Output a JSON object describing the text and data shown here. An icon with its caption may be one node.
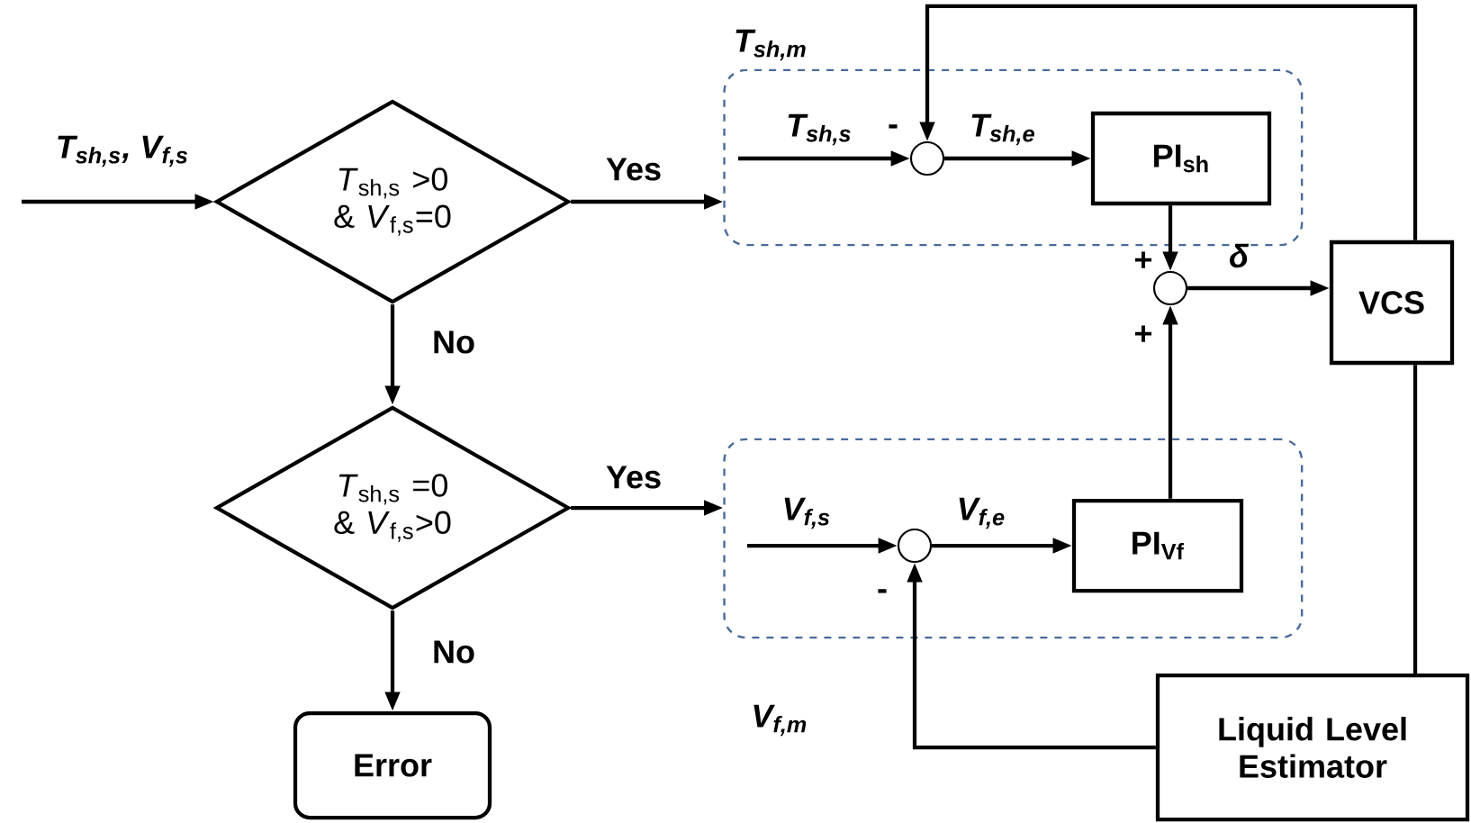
{
  "diagram": {
    "nodes": [
      {
        "text": [
          "*T*$_{sh,s}$ >0 & *V*$_{f,s}$=0"
        ]
      },
      {
        "text": [
          "*T*$_{sh,s}$ =0 & *V*$_{f,s}$>0"
        ]
      },
      {
        "text": [
          "Error"
        ]
      },
      {
        "text": [],
        "shape": "box"
      },
      {
        "text": [],
        "shape": "circle",
        "in": 3
      },
      {
        "text": [
          "PI$_{sh}$"
        ],
        "in": 3
      },
      {
        "text": [],
        "shape": "box"
      },
      {
        "text": [],
        "shape": "circle",
        "in": 6
      },
      {
        "text": [
          "PI$_{Vf}$"
        ],
        "in": 6
      },
      {
        "text": [],
        "shape": "circle"
      },
      {
        "text": [
          "VCS"
        ]
      },
      {
        "text": [
          "Liquid Level Estimator"
        ]
      }
    ],
    "edges": [
      {
        "from": null,
        "to": 0,
        "arrow": "to",
        "label": "T$_{sh,s}$, V$_{f,s}$"
      },
      {
        "from": 0,
        "to": 3,
        "arrow": "to",
        "label": "Yes"
      },
      {
        "from": 0,
        "to": 1,
        "arrow": "to",
        "label": "No"
      },
      {
        "from": 1,
        "to": 6,
        "arrow": "to",
        "label": "Yes"
      },
      {
        "from": 1,
        "to": 2,
        "arrow": "to",
        "label": "No"
      },
      {
        "from": null,
        "to": 4,
        "arrow": "to",
        "label": "T$_{sh,s}$"
      },
      {
        "from": 4,
        "to": 5,
        "arrow": "to",
        "label": "T$_{sh,e}$"
      },
      {
        "from": 5,
        "to": 9,
        "arrow": "to"
      },
      {
        "from": 9,
        "to": 10,
        "arrow": "to",
        "label": "δ"
      },
      {
        "from": 10,
        "to": 4,
        "arrow": "to",
        "label": "T$_{sh,m}$"
      },
      {
        "from": null,
        "to": 7,
        "arrow": "to",
        "label": "V$_{f,s}$"
      },
      {
        "from": 7,
        "to": 8,
        "arrow": "to",
        "label": "V$_{f,e}$"
      },
      {
        "from": 8,
        "to": 9,
        "arrow": "to"
      },
      {
        "from": 10,
        "to": 11,
        "arrow": "none"
      },
      {
        "from": 11,
        "to": 7,
        "arrow": "to",
        "label": "V$_{f,m}$"
      }
    ],
    "labels": [
      "-",
      "+",
      "+",
      "-"
    ]
  }
}
